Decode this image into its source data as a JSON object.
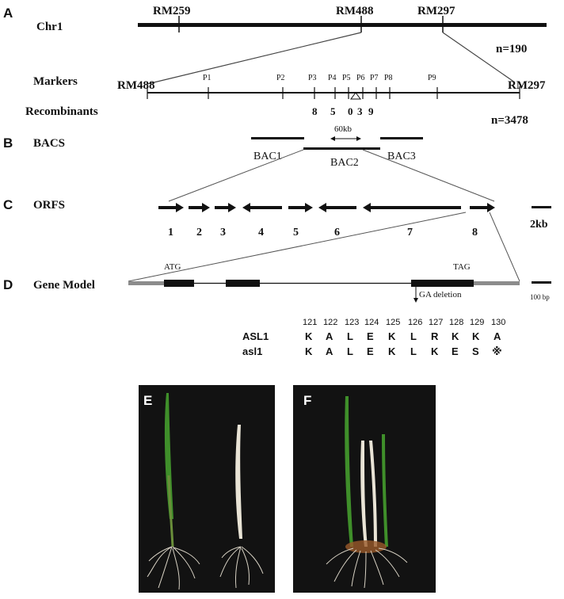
{
  "panels": {
    "A": "A",
    "B": "B",
    "C": "C",
    "D": "D",
    "E": "E",
    "F": "F"
  },
  "chromosome": {
    "label": "Chr1",
    "markers": [
      "RM259",
      "RM488",
      "RM297"
    ],
    "n": "n=190"
  },
  "fine_map": {
    "label": "Markers",
    "left_marker": "RM488",
    "right_marker": "RM297",
    "markers": [
      "P1",
      "P2",
      "P3",
      "P4",
      "P5",
      "P6",
      "P7",
      "P8",
      "P9"
    ],
    "recombinants_label": "Recombinants",
    "recombinants": [
      "8",
      "5",
      "0",
      "3",
      "9"
    ],
    "n": "n=3478"
  },
  "bacs": {
    "label": "BACS",
    "scale": "60kb",
    "clones": [
      "BAC1",
      "BAC2",
      "BAC3"
    ]
  },
  "orfs": {
    "label": "ORFS",
    "numbers": [
      "1",
      "2",
      "3",
      "4",
      "5",
      "6",
      "7",
      "8"
    ],
    "scale": "2kb"
  },
  "gene_model": {
    "label": "Gene Model",
    "start_codon": "ATG",
    "stop_codon": "TAG",
    "mutation": "GA deletion",
    "scale": "100 bp"
  },
  "alignment": {
    "positions": [
      "121",
      "122",
      "123",
      "124",
      "125",
      "126",
      "127",
      "128",
      "129",
      "130"
    ],
    "rows": [
      {
        "name": "ASL1",
        "residues": [
          "K",
          "A",
          "L",
          "E",
          "K",
          "L",
          "R",
          "K",
          "K",
          "A"
        ]
      },
      {
        "name": "asl1",
        "residues": [
          "K",
          "A",
          "L",
          "E",
          "K",
          "L",
          "K",
          "E",
          "S",
          "※"
        ]
      }
    ]
  },
  "colors": {
    "line": "#111111",
    "gene_utr": "#8c8c8c",
    "photo_bg": "#121212",
    "green_leaf": "#3f8f2a",
    "albino_leaf": "#e9e4d6"
  }
}
